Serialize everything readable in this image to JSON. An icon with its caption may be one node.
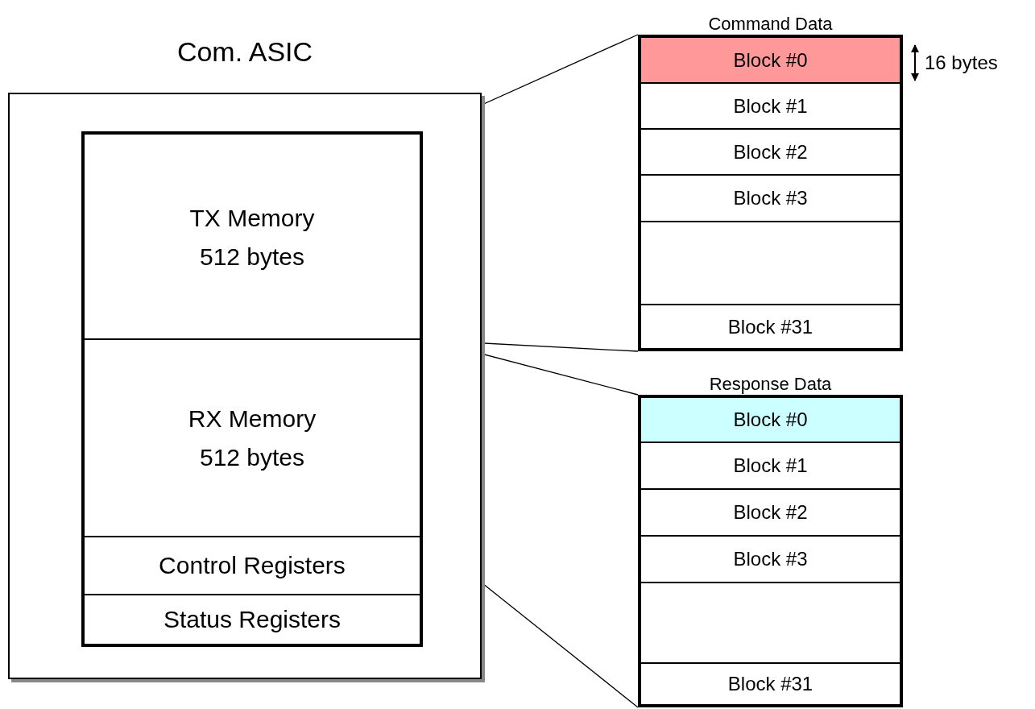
{
  "diagram": {
    "nodes": [
      {
        "text": [
          "Com. ASIC"
        ]
      },
      {
        "text": [],
        "shape": "box",
        "in": 0
      },
      {
        "text": [
          "TX Memory",
          "512 bytes"
        ],
        "in": 1
      },
      {
        "text": [
          "RX Memory",
          "512 bytes"
        ],
        "in": 1
      },
      {
        "text": [
          "Control Registers"
        ],
        "in": 1
      },
      {
        "text": [
          "Status Registers"
        ],
        "in": 1
      },
      {
        "text": [
          "Command Data"
        ]
      },
      {
        "text": [
          "Block #0"
        ],
        "in": 6
      },
      {
        "text": [
          "Block #1"
        ],
        "in": 6
      },
      {
        "text": [
          "Block #2"
        ],
        "in": 6
      },
      {
        "text": [
          "Block #3"
        ],
        "in": 6
      },
      {
        "text": [],
        "shape": "box",
        "in": 6
      },
      {
        "text": [
          "Block #31"
        ],
        "in": 6
      },
      {
        "text": [
          "Response Data"
        ]
      },
      {
        "text": [
          "Block #0"
        ],
        "in": 13
      },
      {
        "text": [
          "Block #1"
        ],
        "in": 13
      },
      {
        "text": [
          "Block #2"
        ],
        "in": 13
      },
      {
        "text": [
          "Block #3"
        ],
        "in": 13
      },
      {
        "text": [],
        "shape": "box",
        "in": 13
      },
      {
        "text": [
          "Block #31"
        ],
        "in": 13
      }
    ],
    "edges": [
      {
        "from": 2,
        "to": 6,
        "arrow": "none"
      },
      {
        "from": 2,
        "to": 6,
        "arrow": "none"
      },
      {
        "from": 3,
        "to": 13,
        "arrow": "none"
      },
      {
        "from": 3,
        "to": 13,
        "arrow": "none"
      }
    ],
    "labels": [
      "16 bytes"
    ]
  }
}
